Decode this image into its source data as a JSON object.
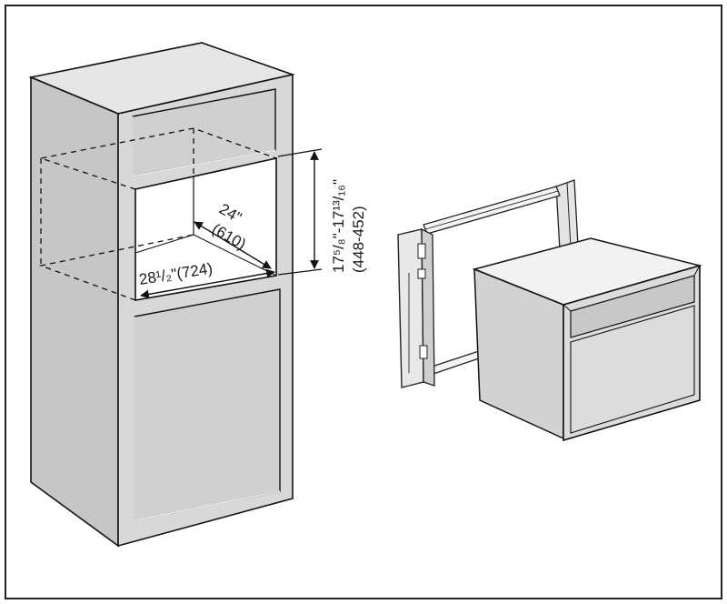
{
  "dimensions": {
    "depth_in": "24\"",
    "depth_mm": "(610)",
    "width_label": "28¹/₂\"(724)",
    "height_in": "17⁵/₈\"-17¹³/₁₆\"",
    "height_mm": "(448-452)"
  },
  "colors": {
    "cabinet_face": "#d6d6d6",
    "cabinet_side": "#c4c4c4",
    "cabinet_top": "#e6e6e6",
    "opening": "#ffffff",
    "line": "#111111",
    "frame": "#333333"
  }
}
